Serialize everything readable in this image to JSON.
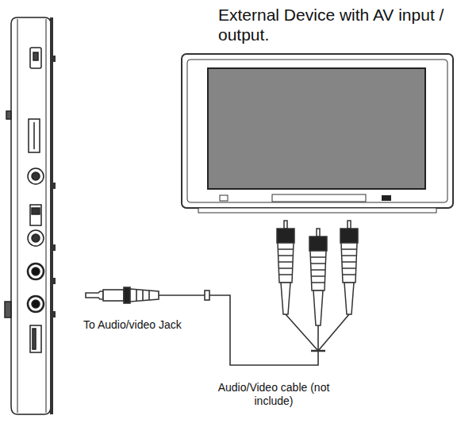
{
  "diagram": {
    "nodes": [
      {
        "text": [
          "External Device with AV input / output."
        ]
      }
    ],
    "labels": [
      "To Audio/video Jack",
      "Audio/Video cable (not include)"
    ]
  }
}
